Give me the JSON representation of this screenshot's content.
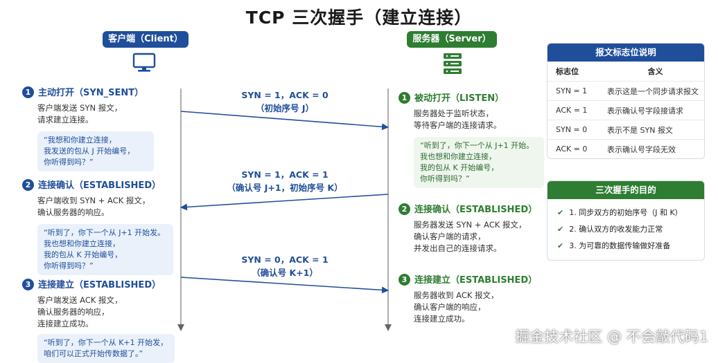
{
  "title": "TCP 三次握手（建立连接）",
  "client": {
    "label": "客户端（Client）",
    "icon": "monitor-icon",
    "steps": [
      {
        "num": "1",
        "title": "主动打开（SYN_SENT）",
        "desc": "客户端发送 SYN 报文，\n请求建立连接。",
        "quote": "“我想和你建立连接，\n我发送的包从 J 开始编号，\n你听得到吗？”"
      },
      {
        "num": "2",
        "title": "连接确认（ESTABLISHED）",
        "desc": "客户端收到 SYN + ACK 报文，\n确认服务器的响应。",
        "quote": "“听到了，你下一个从 J+1 开始发。\n我也想和你建立连接，\n我的包从 K 开始编号，\n你听得到吗？”"
      },
      {
        "num": "3",
        "title": "连接建立（ESTABLISHED）",
        "desc": "客户端发送 ACK 报文，\n确认服务器的响应，\n连接建立成功。",
        "quote": "“听到了，你下一个从 K+1 开始发，\n咱们可以正式开始传数据了。”"
      }
    ]
  },
  "server": {
    "label": "服务器（Server）",
    "icon": "server-icon",
    "steps": [
      {
        "num": "1",
        "title": "被动打开（LISTEN）",
        "desc": "服务器处于监听状态，\n等待客户端的连接请求。",
        "quote": "“听到了，你下一个从 J+1 开始。\n我也想和你建立连接，\n我的包从 K 开始编号，\n你听得到吗？”"
      },
      {
        "num": "2",
        "title": "连接确认（ESTABLISHED）",
        "desc": "服务器发送 SYN + ACK 报文，\n确认客户端的请求，\n并发出自己的连接请求。"
      },
      {
        "num": "3",
        "title": "连接建立（ESTABLISHED）",
        "desc": "服务器收到 ACK 报文，\n确认客户端的响应，\n连接建立成功。"
      }
    ]
  },
  "messages": [
    {
      "line1": "SYN = 1，ACK = 0",
      "line2": "（初始序号 J）",
      "direction": "client-to-server"
    },
    {
      "line1": "SYN = 1，ACK = 1",
      "line2": "（确认号 J+1，初始序号 K）",
      "direction": "server-to-client"
    },
    {
      "line1": "SYN = 0，ACK = 1",
      "line2": "（确认号 K+1）",
      "direction": "client-to-server"
    }
  ],
  "flags_panel": {
    "title": "报文标志位说明",
    "col_flag": "标志位",
    "col_meaning": "含义",
    "rows": [
      {
        "flag": "SYN = 1",
        "meaning": "表示这是一个同步请求报文"
      },
      {
        "flag": "ACK = 1",
        "meaning": "表示确认号字段接请求"
      },
      {
        "flag": "SYN = 0",
        "meaning": "表示不是 SYN 报文"
      },
      {
        "flag": "ACK = 0",
        "meaning": "表示确认号字段无效"
      }
    ]
  },
  "purpose_panel": {
    "title": "三次握手的目的",
    "items": [
      "1. 同步双方的初始序号（J 和 K）",
      "2. 确认双方的收发能力正常",
      "3. 为可靠的数据传输做好准备"
    ]
  },
  "watermark": "掘金技术社区 @ 不会敲代码1",
  "colors": {
    "client": "#1f4e9b",
    "server": "#2e7d32"
  }
}
